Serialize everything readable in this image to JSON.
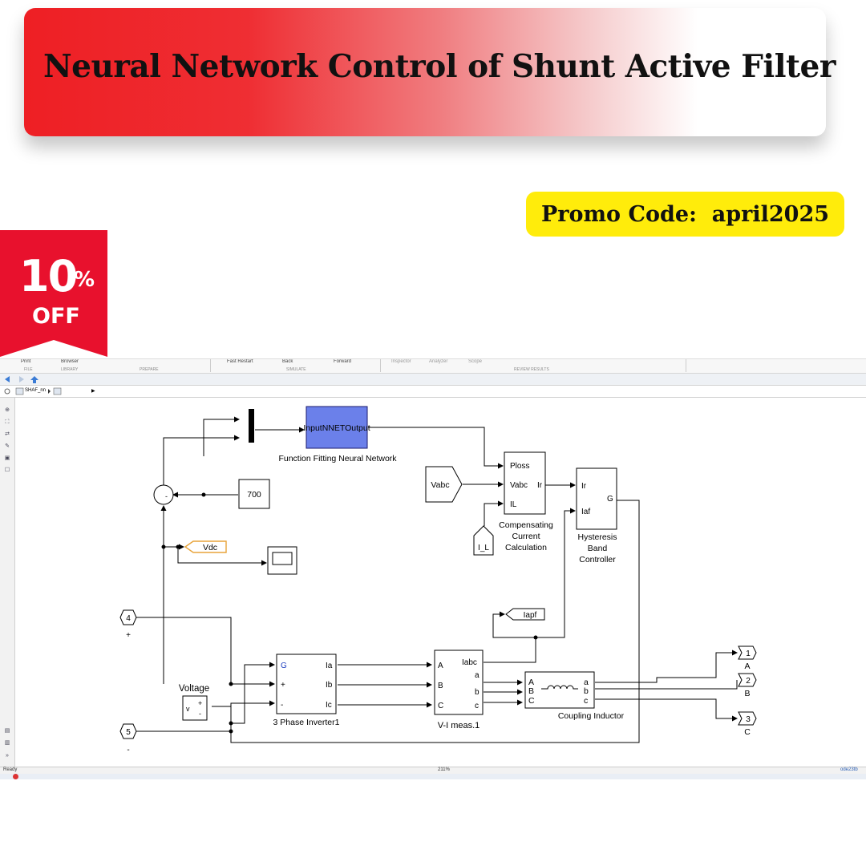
{
  "banner": {
    "title": "Neural Network Control of Shunt Active Filter"
  },
  "promo": {
    "text": "Promo Code:  april2025"
  },
  "discount": {
    "percent": "10",
    "sign": "%",
    "label": "OFF"
  },
  "colors": {
    "banner_red": "#ee1f24",
    "promo_yellow": "#ffec0b",
    "badge_red": "#e8112d",
    "nn_block": "#6b80ea"
  },
  "ribbon": {
    "print": "Print",
    "browser": "Browser",
    "fast_restart": "Fast Restart",
    "back": "Back",
    "forward": "Forward",
    "inspector": "Inspector",
    "analyzer": "Analyzer",
    "scope": "Scope",
    "sec_file": "FILE",
    "sec_library": "LIBRARY",
    "sec_prepare": "PREPARE",
    "sec_simulate": "SIMULATE",
    "sec_review": "REVIEW RESULTS"
  },
  "breadcrumb": {
    "model": "SHAF_nn",
    "arrow": "▶"
  },
  "status": {
    "left": "Ready",
    "zoom": "211%",
    "solver": "ode23tb"
  },
  "diagram": {
    "nn_block": {
      "text": "InputNNETOutput",
      "label": "Function Fitting Neural Network"
    },
    "const_700": "700",
    "sum_minus": "-",
    "vdc_tag": "Vdc",
    "vabc_from": "Vabc",
    "il_from": "I_L",
    "iapf_tag": "Iapf",
    "ccc": {
      "ports": [
        "Ploss",
        "Vabc",
        "IL"
      ],
      "out": "Ir",
      "label": [
        "Compensating",
        "Current",
        "Calculation"
      ]
    },
    "hbc": {
      "ports": [
        "Ir",
        "Iaf"
      ],
      "out": "G",
      "label": [
        "Hysteresis",
        "Band",
        "Controller"
      ]
    },
    "port4": {
      "num": "4",
      "sign": "+"
    },
    "port5": {
      "num": "5",
      "sign": "-"
    },
    "voltage": {
      "label": "Voltage",
      "v": "v",
      "plus": "+",
      "minus": "-"
    },
    "inverter": {
      "in": [
        "G",
        "+",
        "-"
      ],
      "out": [
        "Ia",
        "Ib",
        "Ic"
      ],
      "label": "3 Phase Inverter1"
    },
    "vimeas": {
      "in": [
        "A",
        "B",
        "C"
      ],
      "out_top": "Iabc",
      "out": [
        "a",
        "b",
        "c"
      ],
      "label": "V-I meas.1"
    },
    "inductor": {
      "in": [
        "A",
        "B",
        "C"
      ],
      "out": [
        "a",
        "b",
        "c"
      ],
      "label": "Coupling Inductor"
    },
    "outports": [
      {
        "num": "1",
        "label": "A"
      },
      {
        "num": "2",
        "label": "B"
      },
      {
        "num": "3",
        "label": "C"
      }
    ]
  }
}
